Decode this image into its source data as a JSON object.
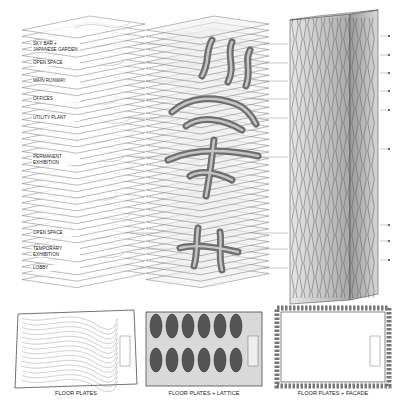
{
  "diagram": {
    "labels": [
      "SKY BAR + JAPANESE GARDEN",
      "OPEN SPACE",
      "MAIN RUNWAY",
      "OFFICES",
      "UTILITY PLANT",
      "PERMANENT EXHIBITION",
      "OPEN SPACE",
      "TEMPORARY EXHIBITION",
      "LOBBY",
      "FLOOR PLATES",
      "FLOOR PLATES + LATTICE",
      "FLOOR PLATES + FACADE"
    ]
  }
}
